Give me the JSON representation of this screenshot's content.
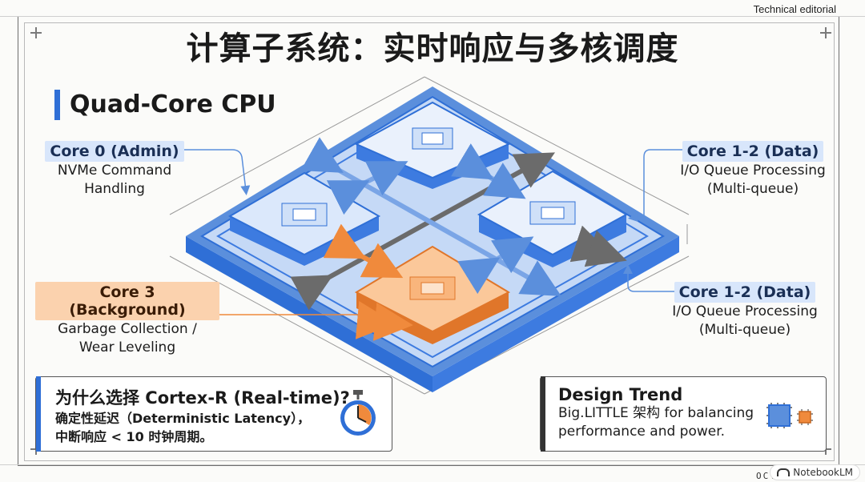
{
  "header": {
    "tag": "Technical editorial",
    "title": "计算子系统：实时响应与多核调度",
    "subhead": "Quad-Core CPU"
  },
  "cores": {
    "core0": {
      "name": "Core 0 (Admin)",
      "desc1": "NVMe Command",
      "desc2": "Handling"
    },
    "core12_top": {
      "name": "Core 1-2 (Data)",
      "desc1": "I/O Queue Processing",
      "desc2": "(Multi-queue)"
    },
    "core12_bottom": {
      "name": "Core 1-2 (Data)",
      "desc1": "I/O Queue Processing",
      "desc2": "(Multi-queue)"
    },
    "core3": {
      "name": "Core 3 (Background)",
      "desc1": "Garbage Collection /",
      "desc2": "Wear Leveling"
    }
  },
  "cortex_box": {
    "title": "为什么选择 Cortex-R (Real-time)?",
    "line1": "确定性延迟（Deterministic Latency），",
    "line2": "中断响应 < 10 时钟周期。",
    "icon": "stopwatch-icon"
  },
  "trend_box": {
    "title": "Design Trend",
    "line1": "Big.LITTLE 架构 for balancing",
    "line2": "performance and power.",
    "icon": "big-little-chip-icon"
  },
  "footer": {
    "date": "OCTOBER 2",
    "brand": "NotebookLM"
  },
  "colors": {
    "accent_blue": "#2f6fd6",
    "accent_orange": "#f08a3c",
    "ink": "#1a1a1a"
  }
}
